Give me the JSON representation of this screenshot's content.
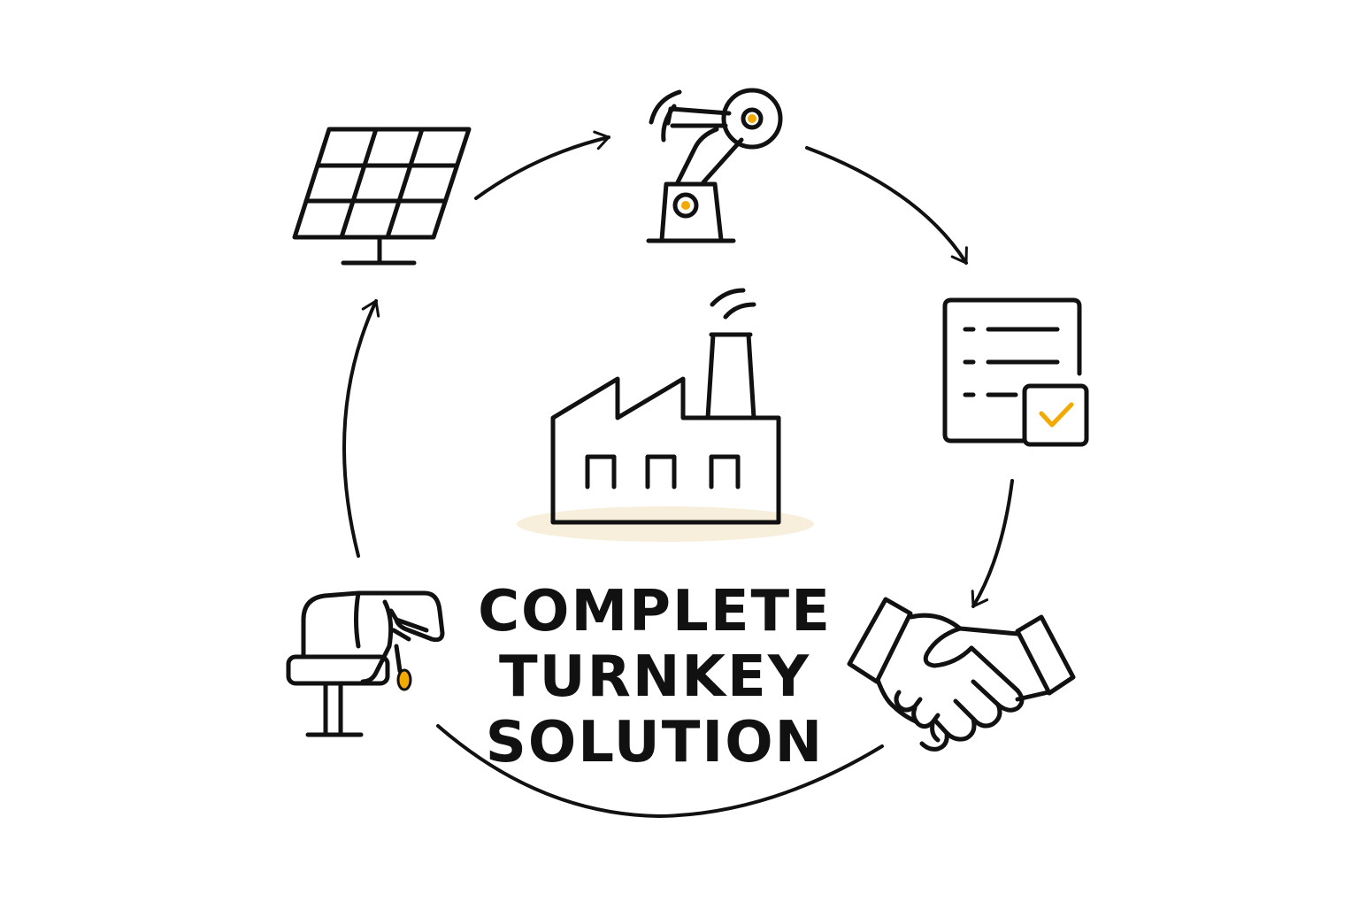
{
  "title": {
    "line1": "COMPLETE",
    "line2": "TURNKEY",
    "line3": "SOLUTION"
  },
  "nodes": [
    {
      "id": "solar-panel",
      "icon": "solar-panel-icon"
    },
    {
      "id": "robotic-arm",
      "icon": "robotic-arm-icon"
    },
    {
      "id": "checklist",
      "icon": "checklist-icon"
    },
    {
      "id": "handshake",
      "icon": "handshake-icon"
    },
    {
      "id": "injection-machine",
      "icon": "injection-machine-icon"
    }
  ],
  "center": {
    "icon": "factory-icon"
  },
  "colors": {
    "stroke": "#111111",
    "accent": "#f2a900",
    "shadow": "#f7efdc",
    "background": "#ffffff"
  }
}
